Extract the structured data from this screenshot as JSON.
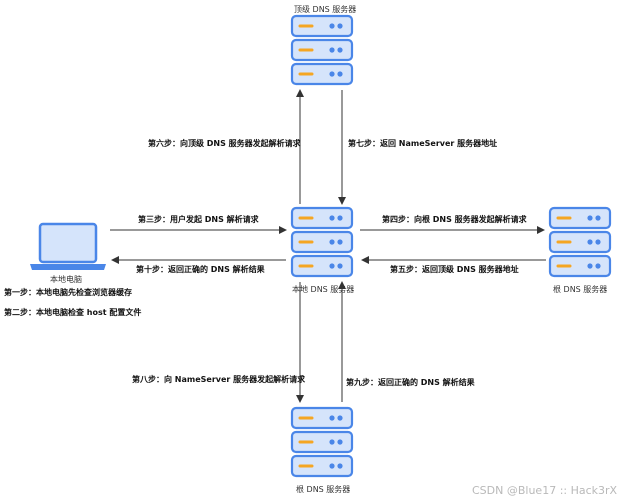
{
  "nodes": {
    "top_server": "顶级 DNS 服务器",
    "local_server": "本地 DNS 服务器",
    "root_server_right": "根 DNS 服务器",
    "root_server_bottom": "根 DNS 服务器",
    "computer": "本地电脑"
  },
  "steps": {
    "s1": "第一步：本地电脑先检查浏览器缓存",
    "s2": "第二步：本地电脑检查 host 配置文件",
    "s3": "第三步：用户发起 DNS 解析请求",
    "s4": "第四步：向根 DNS 服务器发起解析请求",
    "s5": "第五步：返回顶级 DNS 服务器地址",
    "s6": "第六步：向顶级 DNS 服务器发起解析请求",
    "s7": "第七步：返回 NameServer 服务器地址",
    "s8": "第八步：向 NameServer 服务器发起解析请求",
    "s9": "第九步：返回正确的 DNS 解析结果",
    "s10": "第十步：返回正确的 DNS 解析结果"
  },
  "watermark": "CSDN @Blue17 :: Hack3rX",
  "colors": {
    "server_fill": "#d5e4fb",
    "server_stroke": "#4a86e8",
    "accent_orange": "#f5a623",
    "arrow": "#333333"
  },
  "icons": {
    "server": "server-stack-icon",
    "computer": "laptop-icon"
  }
}
